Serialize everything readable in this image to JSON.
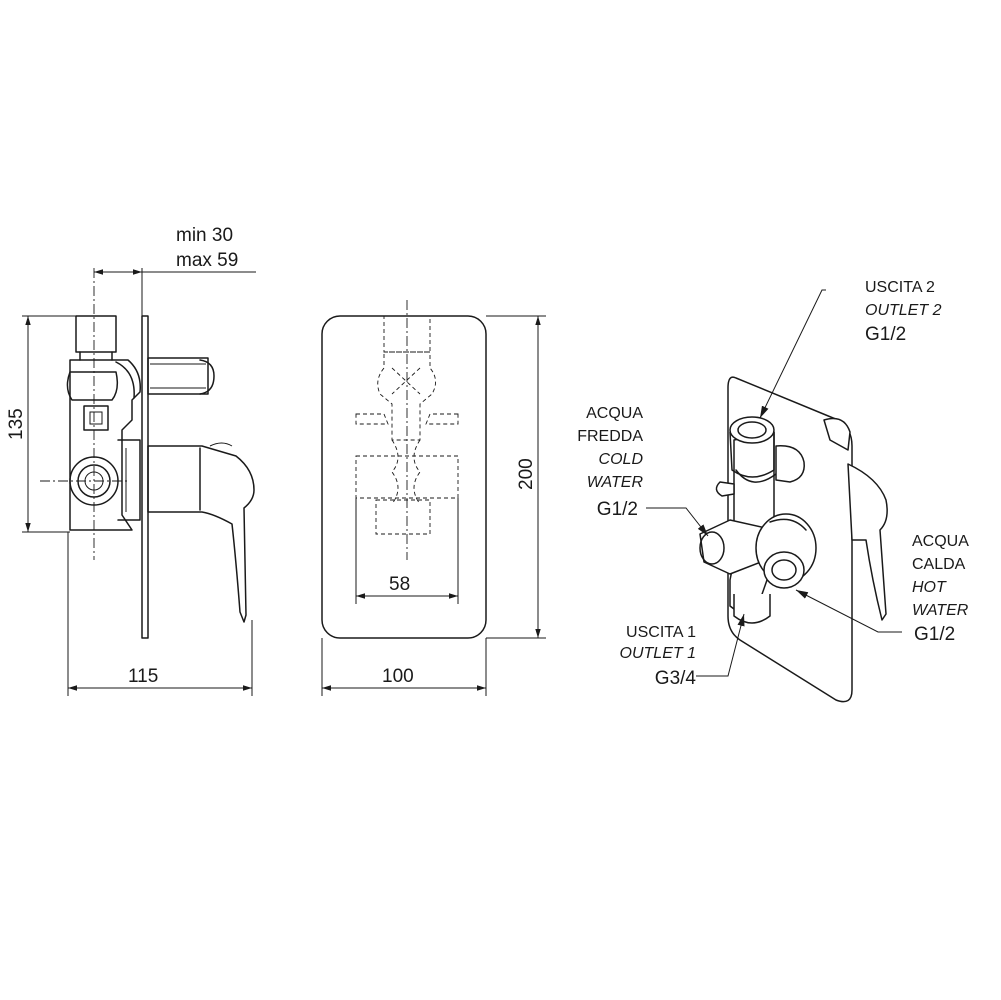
{
  "dimensions": {
    "side_depth_min": "min 30",
    "side_depth_max": "max 59",
    "side_height": "135",
    "side_width": "115",
    "front_inner_width": "58",
    "front_width": "100",
    "front_height": "200"
  },
  "callouts": {
    "outlet2": {
      "it": "USCITA 2",
      "en": "OUTLET 2",
      "thread": "G1/2"
    },
    "cold": {
      "it_line1": "ACQUA",
      "it_line2": "FREDDA",
      "en_line1": "COLD",
      "en_line2": "WATER",
      "thread": "G1/2"
    },
    "hot": {
      "it_line1": "ACQUA",
      "it_line2": "CALDA",
      "en_line1": "HOT",
      "en_line2": "WATER",
      "thread": "G1/2"
    },
    "outlet1": {
      "it": "USCITA 1",
      "en": "OUTLET 1",
      "thread": "G3/4"
    }
  },
  "colors": {
    "line": "#1a1a1a",
    "background": "#ffffff"
  }
}
